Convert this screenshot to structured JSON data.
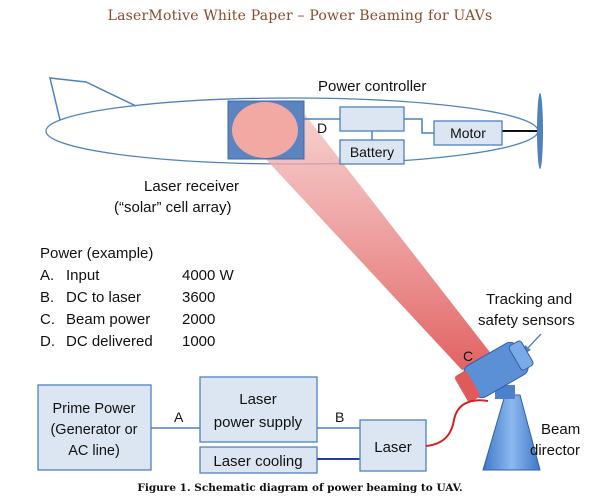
{
  "header": {
    "title": "LaserMotive White Paper – Power Beaming for UAVs"
  },
  "labels": {
    "power_controller": "Power controller",
    "d_marker": "D",
    "battery": "Battery",
    "motor": "Motor",
    "laser_receiver_line1": "Laser receiver",
    "laser_receiver_line2": "(“solar” cell array)",
    "tracking_line1": "Tracking and",
    "tracking_line2": "safety sensors",
    "c_marker": "C",
    "prime_power_line1": "Prime Power",
    "prime_power_line2": "(Generator or",
    "prime_power_line3": "AC line)",
    "a_marker": "A",
    "laser_supply_line1": "Laser",
    "laser_supply_line2": "power supply",
    "b_marker": "B",
    "laser_cooling": "Laser cooling",
    "laser": "Laser",
    "beam_director_line1": "Beam",
    "beam_director_line2": "director"
  },
  "power_table": {
    "title": "Power (example)",
    "rows": [
      {
        "letter": "A.",
        "label": "Input",
        "value": "4000 W"
      },
      {
        "letter": "B.",
        "label": "DC to laser",
        "value": "3600"
      },
      {
        "letter": "C.",
        "label": "Beam power",
        "value": "2000"
      },
      {
        "letter": "D.",
        "label": "DC delivered",
        "value": "1000"
      }
    ]
  },
  "caption": {
    "text": "Figure 1.  Schematic diagram of power beaming to UAV."
  },
  "colors": {
    "box_fill": "#dce6f2",
    "box_stroke": "#4f81bd",
    "receiver_fill": "#5b84c0",
    "beam": "#e8706e",
    "header_text": "#8a4a2a",
    "cooling_line": "#1f3fa0",
    "fiber_line": "#d62020"
  }
}
